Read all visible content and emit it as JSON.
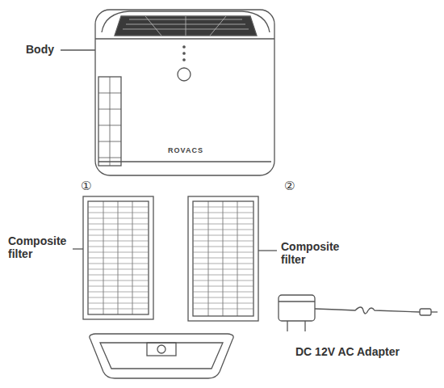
{
  "diagram": {
    "labels": [
      "Body",
      "ROVACS",
      "①",
      "Composite filter",
      "②",
      "Composite filter",
      "DC 12V AC Adapter"
    ]
  }
}
